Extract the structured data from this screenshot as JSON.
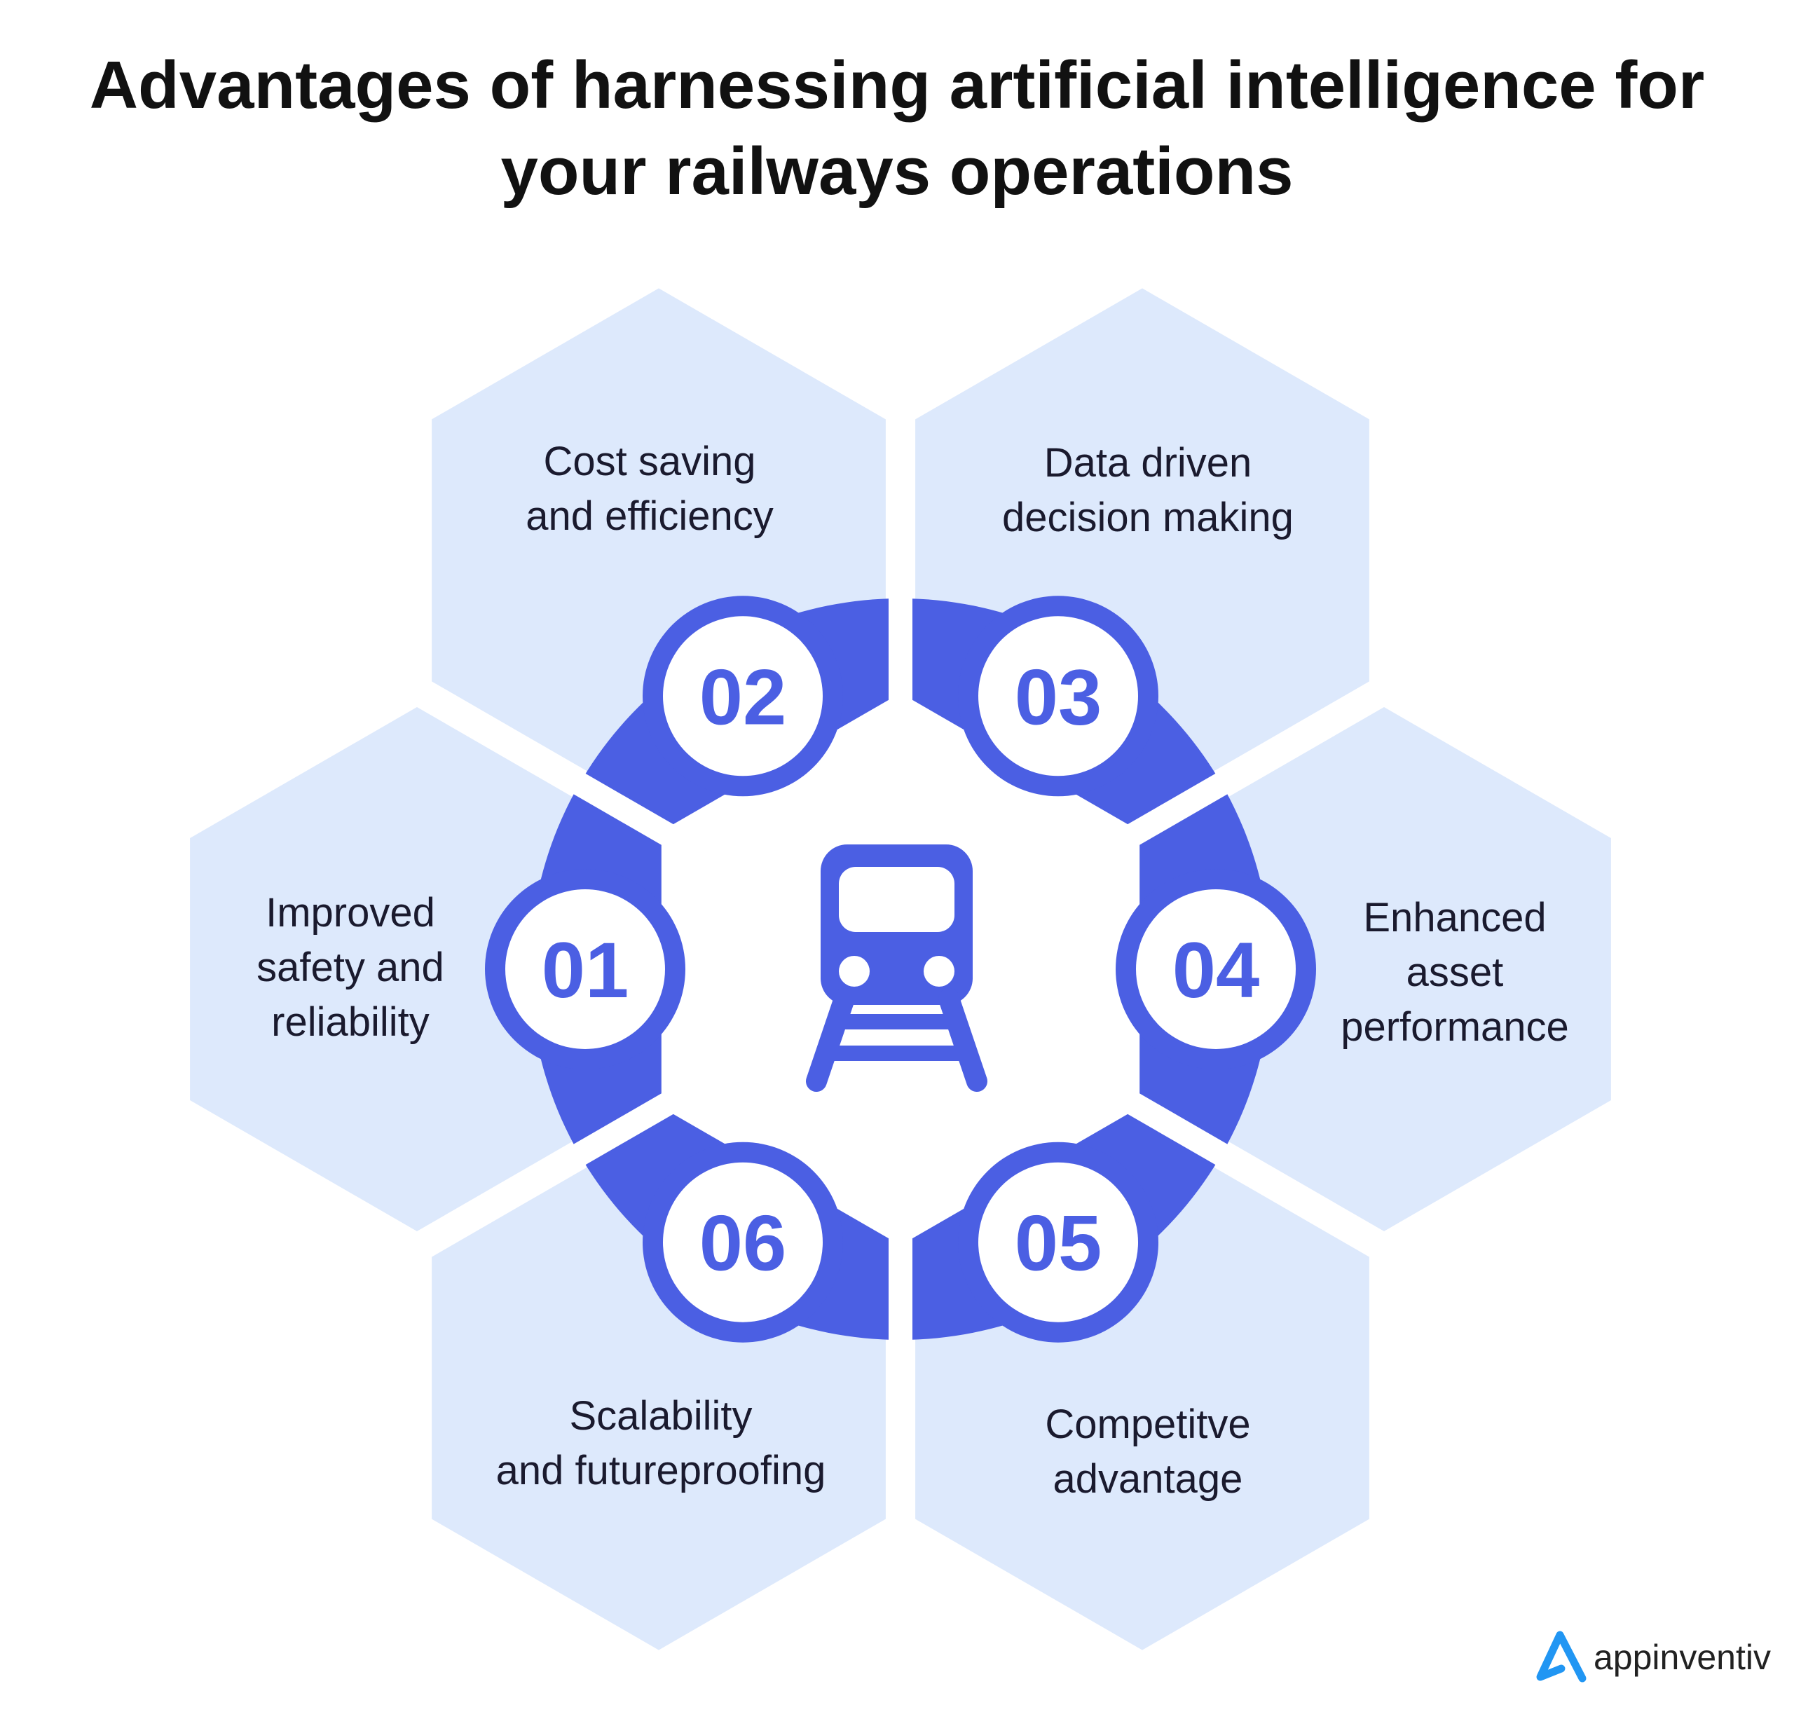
{
  "title": {
    "line1": "Advantages of harnessing artificial intelligence for",
    "line2": "your railways operations"
  },
  "center_icon": "train-icon",
  "items": [
    {
      "number": "01",
      "lines": [
        "Improved",
        "safety and",
        "reliability"
      ]
    },
    {
      "number": "02",
      "lines": [
        "Cost saving",
        "and efficiency"
      ]
    },
    {
      "number": "03",
      "lines": [
        "Data driven",
        "decision making"
      ]
    },
    {
      "number": "04",
      "lines": [
        "Enhanced",
        "asset",
        "performance"
      ]
    },
    {
      "number": "05",
      "lines": [
        "Competitve",
        "advantage"
      ]
    },
    {
      "number": "06",
      "lines": [
        "Scalability",
        "and futureproofing"
      ]
    }
  ],
  "brand": {
    "name": "appinventiv"
  },
  "colors": {
    "accent": "#4B5FE3",
    "hex_fill": "#DDE9FC",
    "logo": "#2196F3"
  }
}
